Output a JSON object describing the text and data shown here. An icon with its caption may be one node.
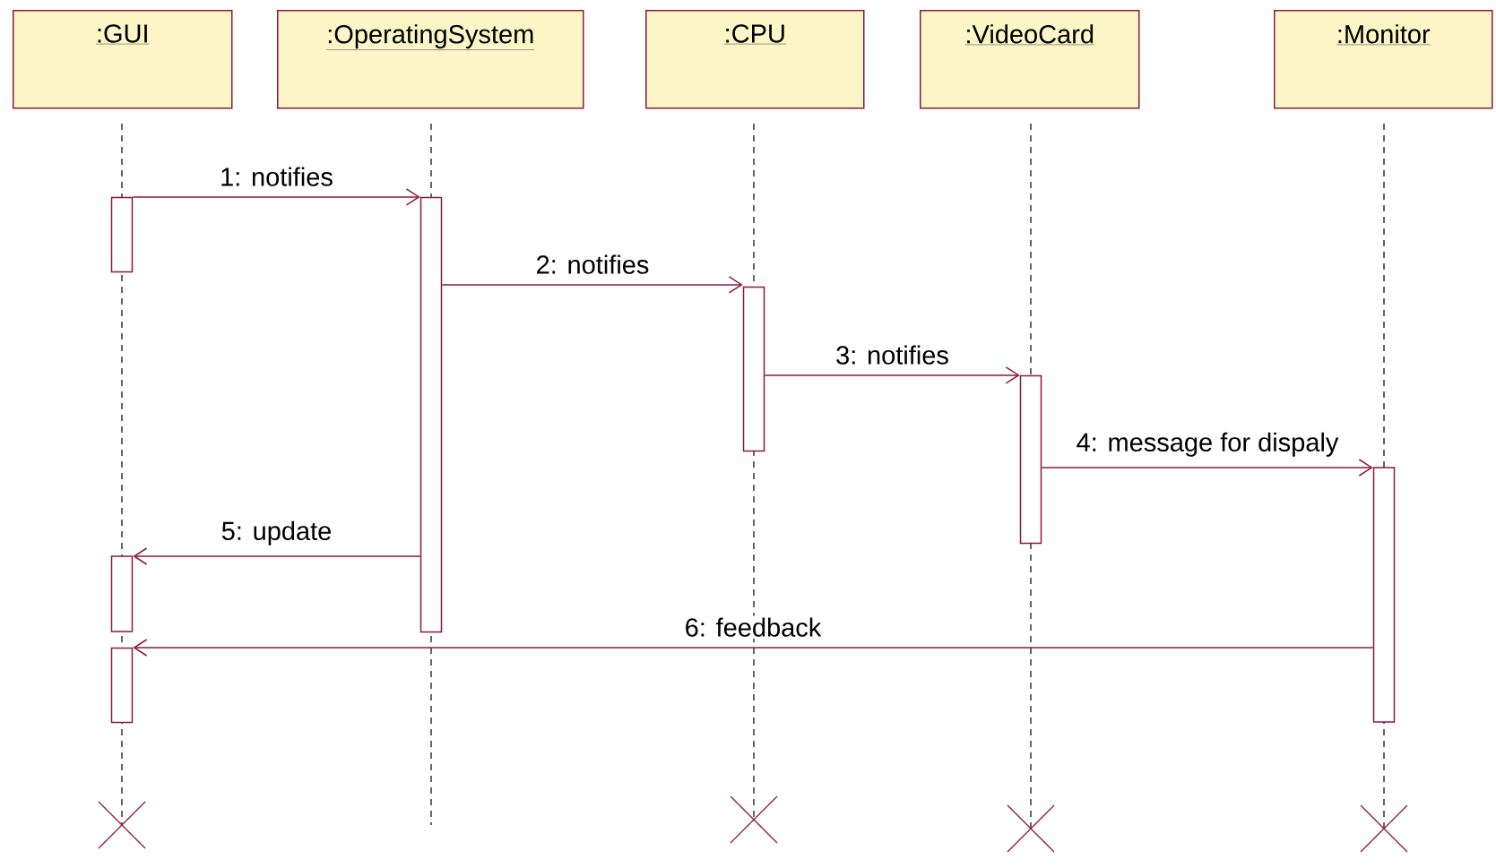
{
  "diagram": {
    "nodes": [
      {
        "text": [
          ":GUI"
        ]
      },
      {
        "text": [
          ":OperatingSystem"
        ]
      },
      {
        "text": [
          ":CPU"
        ]
      },
      {
        "text": [
          ":VideoCard"
        ]
      },
      {
        "text": [
          ":Monitor"
        ]
      },
      {
        "text": [],
        "shape": "bar"
      },
      {
        "text": [],
        "shape": "bar"
      },
      {
        "text": [],
        "shape": "bar"
      },
      {
        "text": [],
        "shape": "bar"
      },
      {
        "text": [],
        "shape": "bar"
      },
      {
        "text": [],
        "shape": "bar"
      },
      {
        "text": [],
        "shape": "bar"
      }
    ],
    "edges": [
      {
        "from": 5,
        "to": 6,
        "arrow": "to",
        "label": "1: notifies"
      },
      {
        "from": 6,
        "to": 7,
        "arrow": "to",
        "label": "2: notifies"
      },
      {
        "from": 7,
        "to": 8,
        "arrow": "to",
        "label": "3: notifies"
      },
      {
        "from": 8,
        "to": 9,
        "arrow": "to",
        "label": "4: message for dispaly"
      },
      {
        "from": 6,
        "to": 10,
        "arrow": "to",
        "label": "5: update"
      },
      {
        "from": 9,
        "to": 11,
        "arrow": "to",
        "label": "6: feedback"
      }
    ]
  }
}
